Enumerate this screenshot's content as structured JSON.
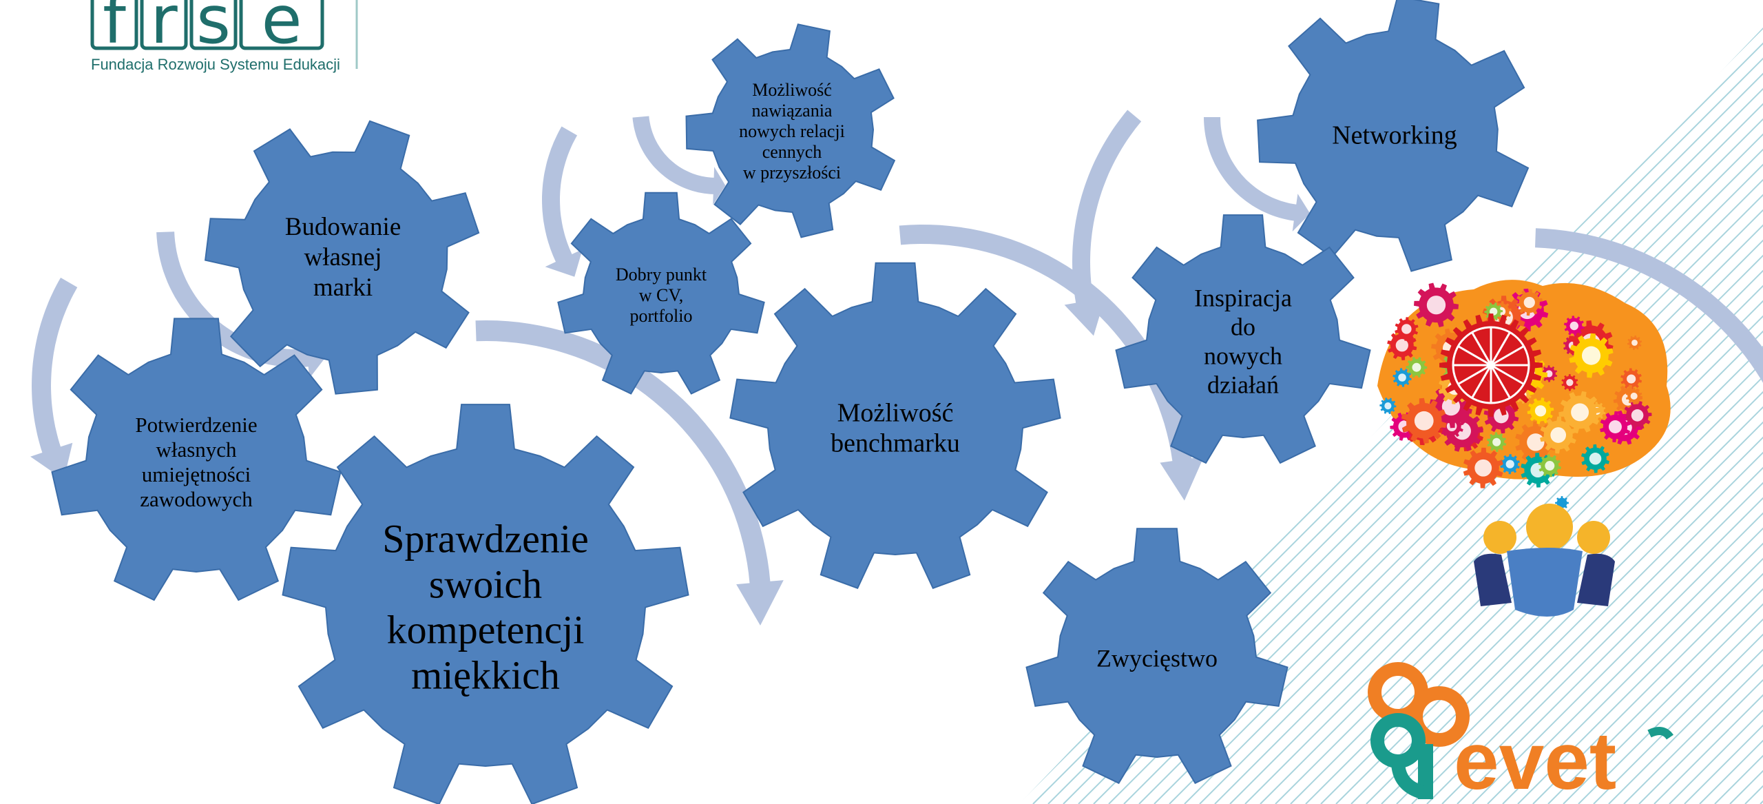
{
  "logo_frse": {
    "letters": [
      "f",
      "r",
      "s",
      "e"
    ],
    "subtitle": "Fundacja Rozwoju Systemu Edukacji"
  },
  "gears": [
    {
      "id": "sprawdzenie",
      "lines": [
        "Sprawdzenie",
        "swoich",
        "kompetencji",
        "miękkich"
      ],
      "text_color": "#000000"
    },
    {
      "id": "potwierdzenie",
      "lines": [
        "Potwierdzenie",
        "własnych",
        "umiejętności",
        "zawodowych"
      ],
      "text_color": "#000000"
    },
    {
      "id": "budowanie",
      "lines": [
        "Budowanie",
        "własnej",
        "marki"
      ],
      "text_color": "#000000"
    },
    {
      "id": "dobry-punkt",
      "lines": [
        "Dobry punkt",
        "w CV,",
        "portfolio"
      ],
      "text_color": "#000000"
    },
    {
      "id": "relacje",
      "lines": [
        "Możliwość",
        "nawiązania",
        "nowych relacji",
        "cennych",
        "w przyszłości"
      ],
      "text_color": "#000000"
    },
    {
      "id": "benchmark",
      "lines": [
        "Możliwość",
        "benchmarku"
      ],
      "text_color": "#000000"
    },
    {
      "id": "networking",
      "lines": [
        "Networking"
      ],
      "text_color": "#000000"
    },
    {
      "id": "inspiracja",
      "lines": [
        "Inspiracja",
        "do",
        "nowych",
        "działań"
      ],
      "text_color": "#000000"
    },
    {
      "id": "zwyciestwo",
      "lines": [
        "Zwycięstwo"
      ],
      "text_color": "#e8121b"
    }
  ],
  "logo_evet": {
    "text": "evet"
  },
  "colors": {
    "gear_fill": "#4f81bd",
    "gear_stroke": "#3a6ca8",
    "arrow_fill": "#b4c2de",
    "stripe": "#a9d4dd",
    "evet_orange": "#f07f24",
    "evet_green": "#1a9b8c",
    "frse_teal": "#1f6e6b"
  }
}
